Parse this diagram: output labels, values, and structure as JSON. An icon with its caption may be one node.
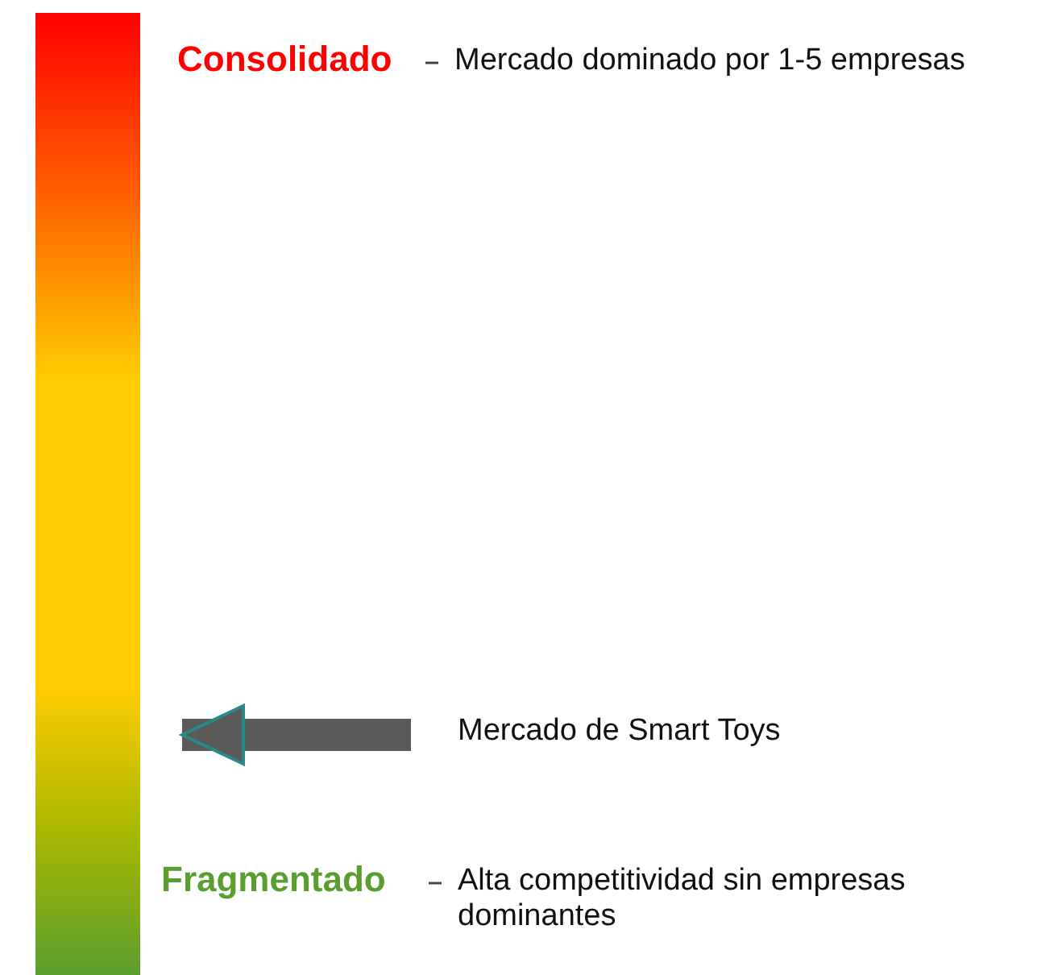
{
  "diagram": {
    "nodes": [
      {
        "text": [],
        "shape": "bar"
      },
      {
        "text": [
          "Mercado de Smart Toys"
        ]
      }
    ],
    "edges": [
      {
        "from": 1,
        "to": 0,
        "arrow": "to"
      }
    ],
    "labels": [
      "Consolidado",
      "Mercado dominado por 1-5 empresas",
      "Fragmentado",
      "Alta competitividad sin empresas dominantes"
    ]
  }
}
